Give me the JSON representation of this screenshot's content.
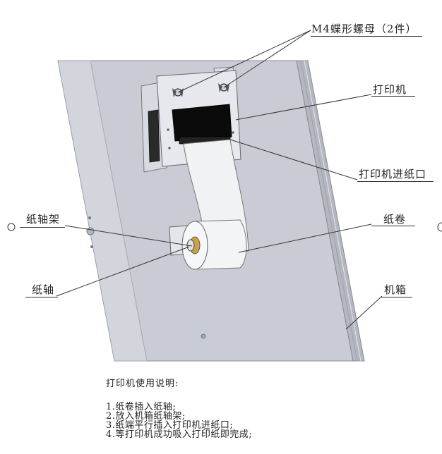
{
  "labels": {
    "wing_nut": "M4蝶形螺母（2件）",
    "printer": "打印机",
    "printer_paper_inlet": "打印机进纸口",
    "paper_roll_holder": "纸轴架",
    "paper_roll": "纸卷",
    "paper_shaft": "纸轴",
    "cabinet": "机箱"
  },
  "instructions": {
    "title": "打印机使用说明:",
    "steps": [
      "1.纸卷插入纸轴;",
      "2.放入机箱纸轴架;",
      "3.纸端平行插入打印机进纸口;",
      "4.等打印机成功吸入打印纸即完成;"
    ]
  },
  "colors": {
    "cabinet_face": "#c9ccd4",
    "cabinet_edge": "#b4b7c0",
    "printer_plate": "#e6e8ee",
    "printer_slot": "#0b0b0b",
    "paper": "#f1f2f4",
    "line": "#333333"
  }
}
